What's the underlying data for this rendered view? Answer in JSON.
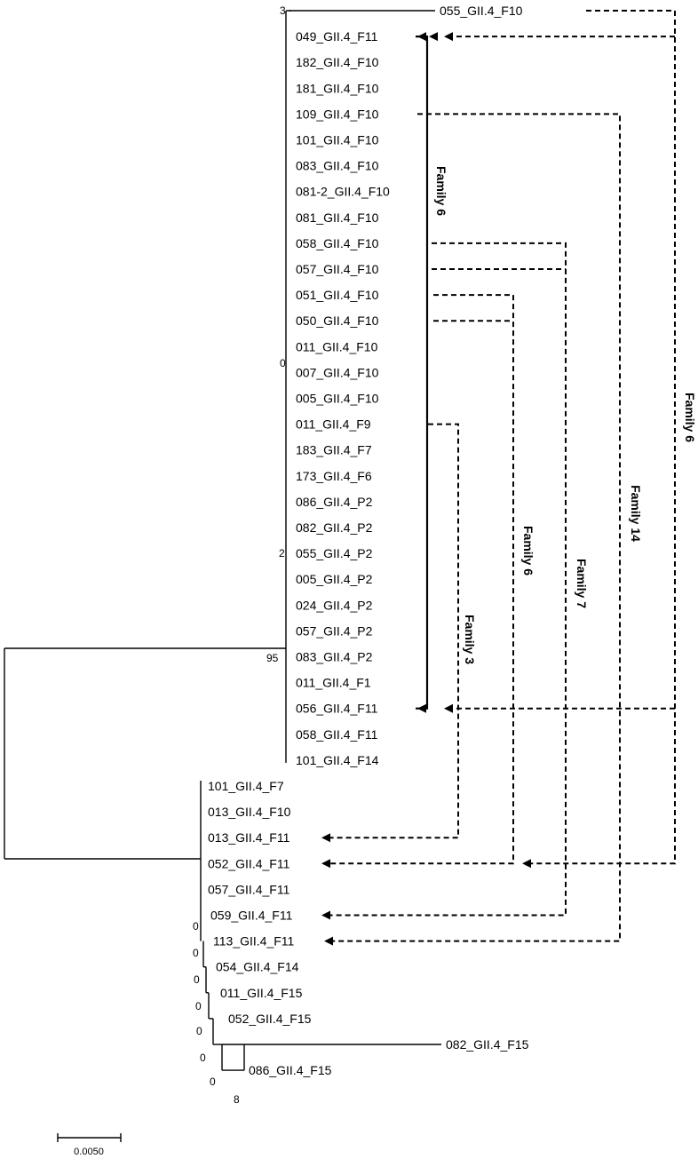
{
  "tree": {
    "leaves": [
      "055_GII.4_F10",
      "049_GII.4_F11",
      "182_GII.4_F10",
      "181_GII.4_F10",
      "109_GII.4_F10",
      "101_GII.4_F10",
      "083_GII.4_F10",
      "081-2_GII.4_F10",
      "081_GII.4_F10",
      "058_GII.4_F10",
      "057_GII.4_F10",
      "051_GII.4_F10",
      "050_GII.4_F10",
      "011_GII.4_F10",
      "007_GII.4_F10",
      "005_GII.4_F10",
      "011_GII.4_F9",
      "183_GII.4_F7",
      "173_GII.4_F6",
      "086_GII.4_P2",
      "082_GII.4_P2",
      "055_GII.4_P2",
      "005_GII.4_P2",
      "024_GII.4_P2",
      "057_GII.4_P2",
      "083_GII.4_P2",
      "011_GII.4_F1",
      "056_GII.4_F11",
      "058_GII.4_F11",
      "101_GII.4_F14",
      "101_GII.4_F7",
      "013_GII.4_F10",
      "013_GII.4_F11",
      "052_GII.4_F11",
      "057_GII.4_F11",
      "059_GII.4_F11",
      "113_GII.4_F11",
      "054_GII.4_F14",
      "011_GII.4_F15",
      "052_GII.4_F15",
      "082_GII.4_F15",
      "086_GII.4_F15"
    ],
    "bootstrap": [
      {
        "id": "root-clade-a",
        "value": "95"
      },
      {
        "id": "top-sub",
        "value": "3"
      },
      {
        "id": "mid-sub",
        "value": "0"
      },
      {
        "id": "low-sub",
        "value": "2"
      },
      {
        "id": "cl-b-1",
        "value": "0"
      },
      {
        "id": "cl-b-2",
        "value": "0"
      },
      {
        "id": "cl-b-3",
        "value": "0"
      },
      {
        "id": "cl-b-4",
        "value": "0"
      },
      {
        "id": "cl-b-5",
        "value": "0"
      },
      {
        "id": "cl-b-6",
        "value": "0"
      },
      {
        "id": "cl-b-7",
        "value": "0"
      },
      {
        "id": "cl-b-8",
        "value": "8"
      }
    ]
  },
  "families": [
    {
      "label": "Family 6",
      "from": "056_GII.4_F11",
      "to": "049_GII.4_F11",
      "style": "solid"
    },
    {
      "label": "Family 3",
      "from": "011_GII.4_F9",
      "to": "013_GII.4_F11",
      "style": "dashed"
    },
    {
      "label": "Family 6",
      "from": "051_GII.4_F10 / 050_GII.4_F10",
      "to": "052_GII.4_F11",
      "style": "dashed"
    },
    {
      "label": "Family 7",
      "from": "058_GII.4_F10 / 057_GII.4_F10",
      "to": "059_GII.4_F11",
      "style": "dashed"
    },
    {
      "label": "Family 14",
      "from": "109_GII.4_F10",
      "to": "113_GII.4_F11",
      "style": "dashed"
    },
    {
      "label": "Family 6",
      "from": "055_GII.4_F10",
      "to": "049_GII.4_F11 / 056_GII.4_F11 / 052_GII.4_F11",
      "style": "dashed"
    }
  ],
  "scale_bar": {
    "label": "0.0050"
  }
}
